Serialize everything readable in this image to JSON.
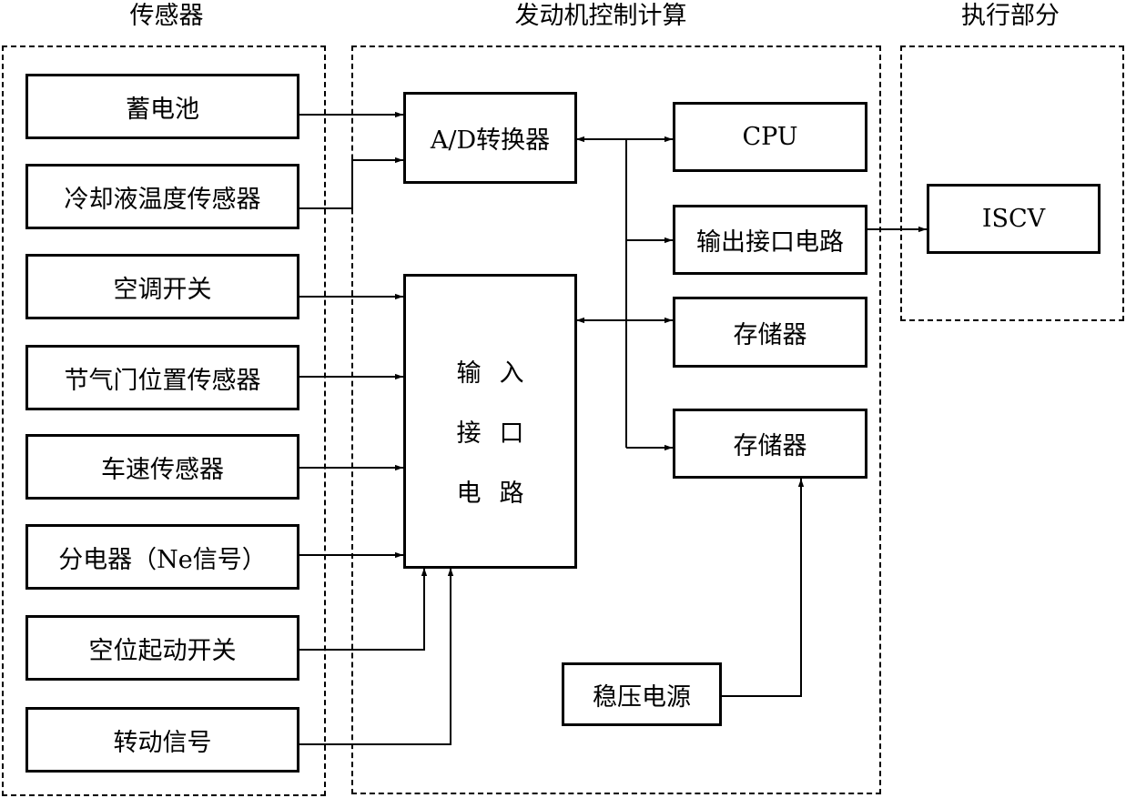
{
  "headers": {
    "sensors": "传感器",
    "ecu": "发动机控制计算",
    "actuator": "执行部分"
  },
  "sensors": [
    {
      "id": "battery",
      "label": "蓄电池"
    },
    {
      "id": "coolant",
      "label": "冷却液温度传感器"
    },
    {
      "id": "ac",
      "label": "空调开关"
    },
    {
      "id": "throttle",
      "label": "节气门位置传感器"
    },
    {
      "id": "speed",
      "label": "车速传感器"
    },
    {
      "id": "distributor",
      "label": "分电器（Ne信号）"
    },
    {
      "id": "neutral",
      "label": "空位起动开关"
    },
    {
      "id": "turn",
      "label": "转动信号"
    }
  ],
  "ecu": {
    "adc": "A/D转换器",
    "cpu": "CPU",
    "output": "输出接口电路",
    "memory1": "存储器",
    "memory2": "存储器",
    "input_lines": [
      "输入",
      "接口",
      "电路"
    ],
    "power": "稳压电源"
  },
  "actuator": {
    "iscv": "ISCV"
  }
}
